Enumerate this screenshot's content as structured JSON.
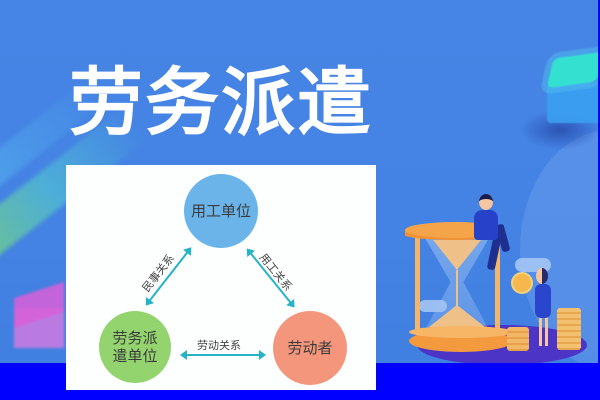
{
  "banner": {
    "title": "劳务派遣",
    "background_color": "#4584e4",
    "bottom_band_color": "#0000ff"
  },
  "diagram": {
    "nodes": {
      "employer": {
        "label": "用工单位",
        "color": "#6ab4ea"
      },
      "dispatch_agency": {
        "label": "劳务派遣\n遣单位",
        "line1": "劳务派",
        "line2": "遣单位",
        "color": "#93d46f"
      },
      "worker": {
        "label": "劳动者",
        "color": "#f3967c"
      }
    },
    "relations": {
      "agency_employer": "民事关系",
      "employer_worker": "用工关系",
      "agency_worker": "劳动关系"
    },
    "arrow_color": "#26b3c8"
  },
  "illustration": {
    "icons": [
      "hourglass-icon",
      "sitting-man-icon",
      "woman-with-coin-icon",
      "coin-stack-icon",
      "cube-icon"
    ]
  }
}
